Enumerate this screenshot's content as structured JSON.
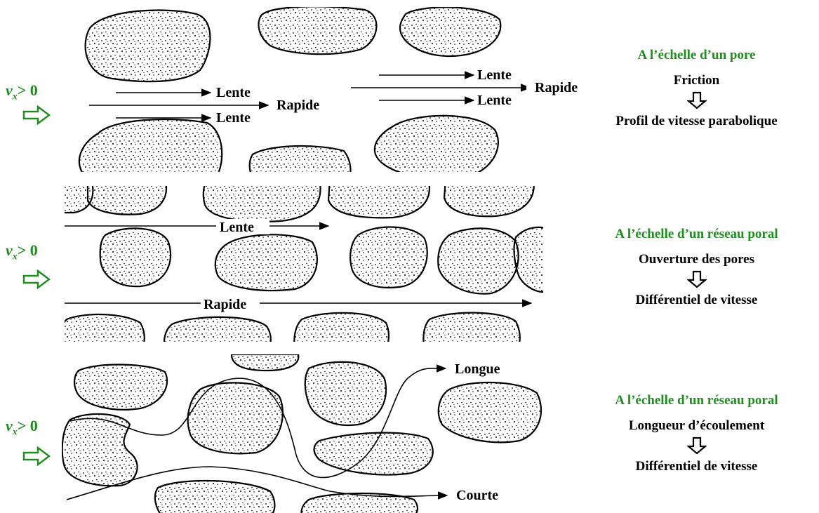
{
  "flow_symbol": {
    "var": "v",
    "sub": "x",
    "rest": "> 0"
  },
  "panels": [
    {
      "labels": {
        "a": "Lente",
        "b": "Rapide",
        "c": "Lente",
        "d": "Lente",
        "e": "Rapide",
        "f": "Lente"
      },
      "caption": {
        "title": "A l’échelle d’un pore",
        "cause": "Friction",
        "effect": "Profil de vitesse parabolique"
      }
    },
    {
      "labels": {
        "a": "Lente",
        "b": "Rapide"
      },
      "caption": {
        "title": "A l’échelle d’un réseau poral",
        "cause": "Ouverture des pores",
        "effect": "Différentiel de vitesse"
      }
    },
    {
      "labels": {
        "a": "Longue",
        "b": "Courte"
      },
      "caption": {
        "title": "A l’échelle d’un réseau poral",
        "cause": "Longueur d’écoulement",
        "effect": "Différentiel de vitesse"
      }
    }
  ],
  "colors": {
    "accent": "#228B22",
    "ink": "#000000"
  }
}
